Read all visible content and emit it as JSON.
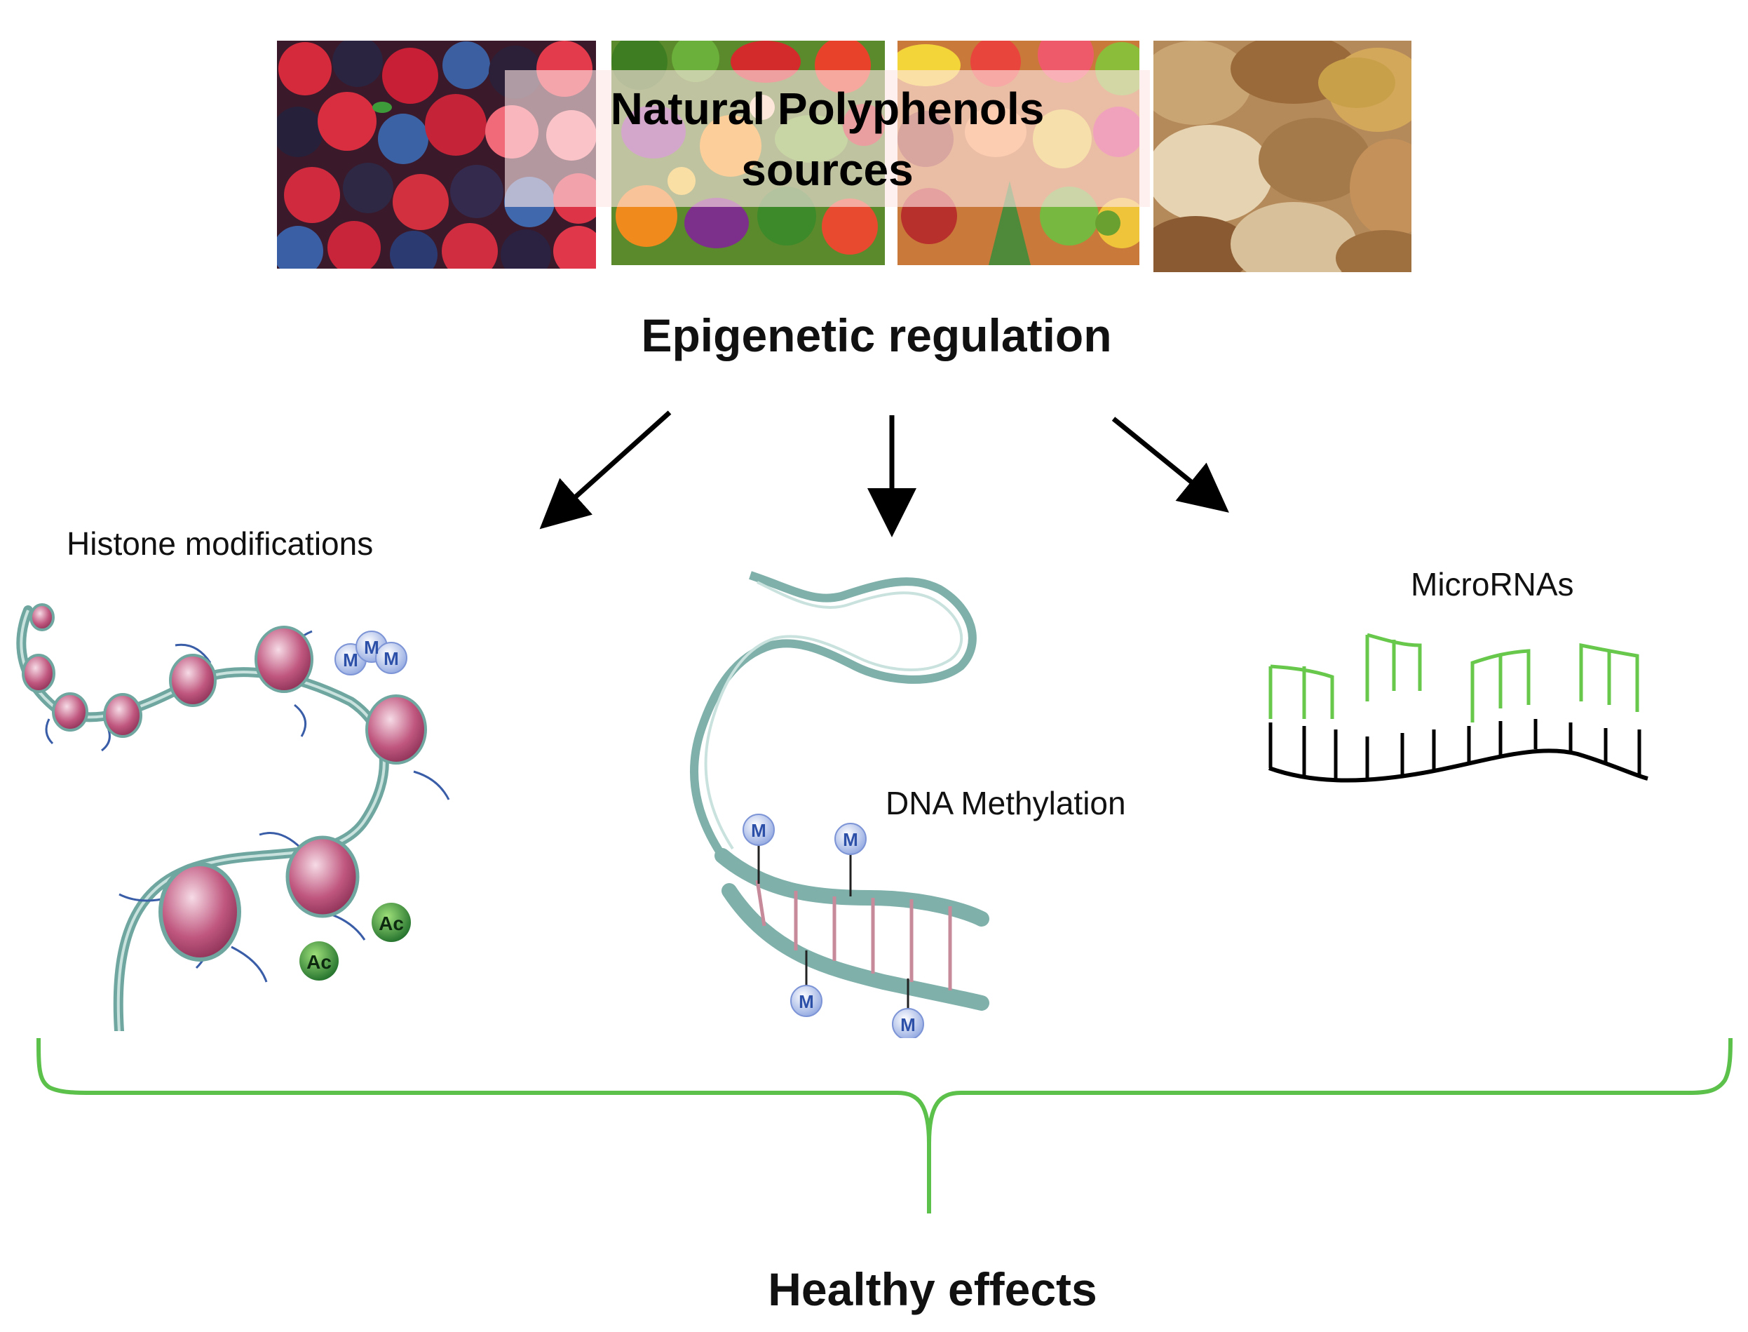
{
  "sources_title": {
    "line1": "Natural Polyphenols",
    "line2": "sources"
  },
  "source_photos": [
    {
      "icon": "berries-photo"
    },
    {
      "icon": "vegetables-photo"
    },
    {
      "icon": "fruits-photo"
    },
    {
      "icon": "grains-seeds-photo"
    }
  ],
  "regulation_heading": "Epigenetic regulation",
  "branches": {
    "histone": {
      "label": "Histone modifications",
      "marks": {
        "methyl": "M",
        "acetyl": "Ac"
      }
    },
    "dna": {
      "label": "DNA Methylation",
      "marks": {
        "methyl": "M"
      }
    },
    "mirna": {
      "label": "MicroRNAs"
    }
  },
  "outcome": "Healthy effects",
  "colors": {
    "brace": "#5cc14a",
    "mirna_strand": "#67c84c",
    "nucleosome": "#c0577e",
    "chromatin": "#6fa7a0",
    "methyl_mark": "#b8c8f0",
    "acetyl_mark": "#2d8a36"
  }
}
